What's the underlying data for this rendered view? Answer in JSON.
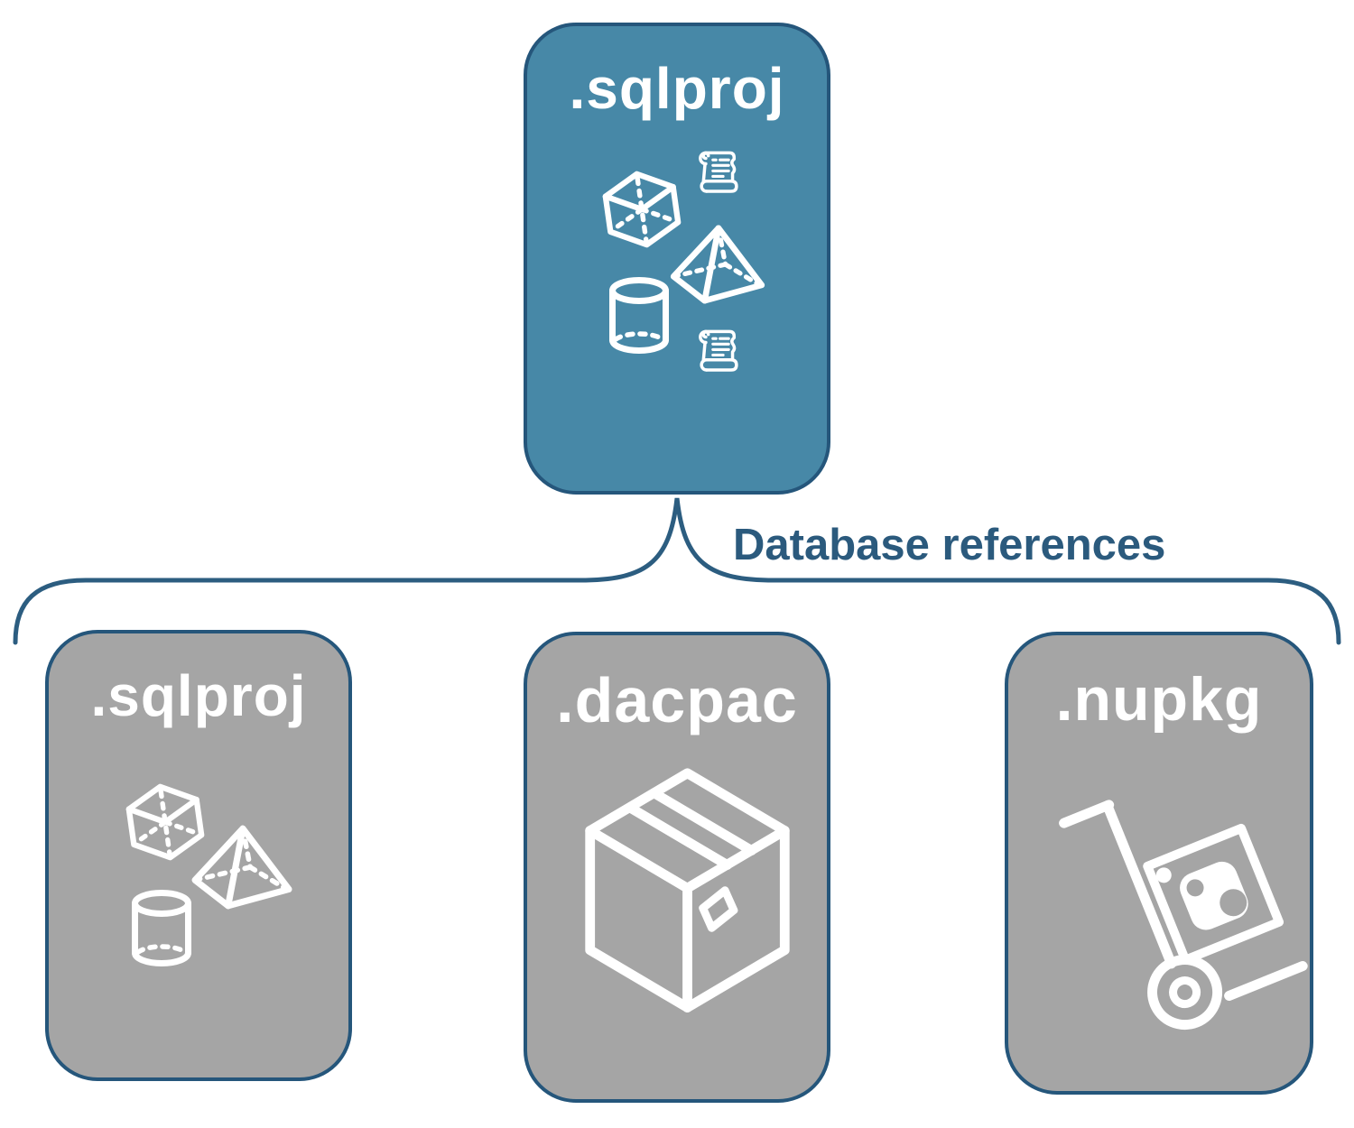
{
  "diagram": {
    "root": {
      "label": ".sqlproj",
      "icons": [
        "script-scroll",
        "cube",
        "pyramid",
        "database-cylinder",
        "script-scroll"
      ]
    },
    "connector": {
      "label": "Database references"
    },
    "children": [
      {
        "label": ".sqlproj",
        "icons": [
          "cube",
          "pyramid",
          "database-cylinder"
        ]
      },
      {
        "label": ".dacpac",
        "icons": [
          "package-box"
        ]
      },
      {
        "label": ".nupkg",
        "icons": [
          "nuget-hand-truck"
        ]
      }
    ]
  },
  "colors": {
    "teal": "#4788a7",
    "gray": "#a5a5a5",
    "border": "#25567b",
    "line": "#2c5d80",
    "label": "#2b5a7d",
    "white": "#ffffff"
  }
}
